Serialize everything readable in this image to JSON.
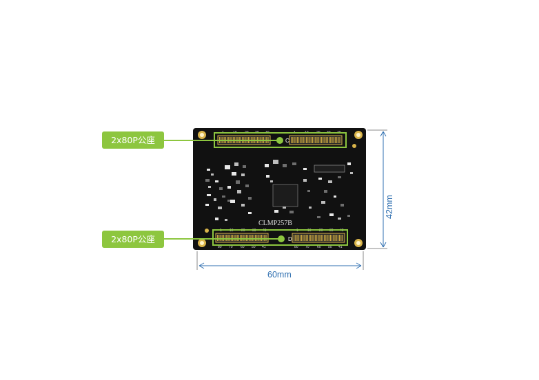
{
  "callouts": {
    "top": "2x80P公座",
    "bottom": "2x80P公座"
  },
  "board": {
    "model": "CLMP257B",
    "connector_top_letter": "C",
    "connector_bottom_letter": "D",
    "top_row_ticks": [
      "1",
      "10",
      "20",
      "30",
      "40"
    ],
    "bottom_row_ticks": [
      "80",
      "70",
      "60",
      "50",
      "41"
    ]
  },
  "dimensions": {
    "width": "60mm",
    "height": "42mm"
  },
  "colors": {
    "callout_green": "#8dc63f",
    "dimension_blue": "#2f6fb0",
    "pcb_black": "#111111",
    "pad_gold": "#d9b44a"
  }
}
